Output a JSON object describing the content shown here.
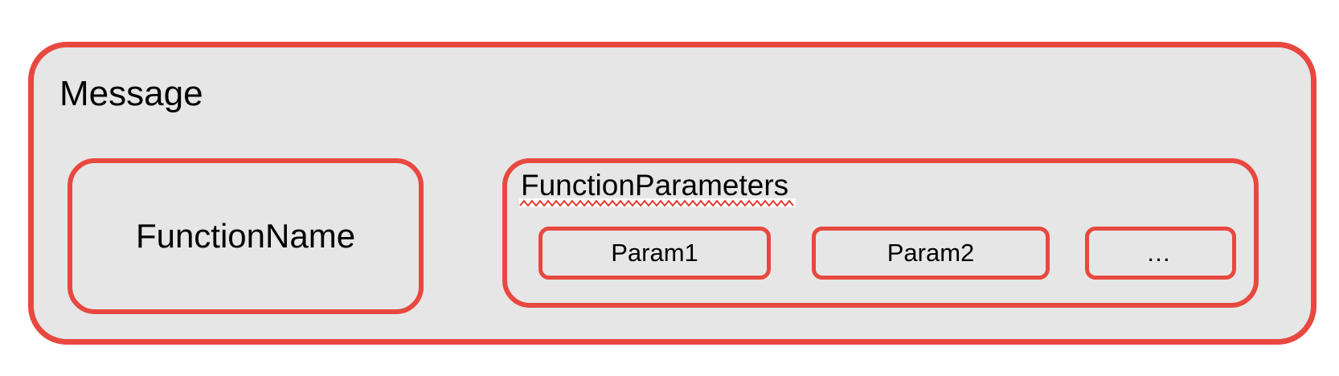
{
  "diagram": {
    "message": {
      "label": "Message"
    },
    "function_name": {
      "label": "FunctionName"
    },
    "function_parameters": {
      "label": "FunctionParameters",
      "params": [
        {
          "label": "Param1"
        },
        {
          "label": "Param2"
        },
        {
          "label": "…"
        }
      ]
    }
  },
  "colors": {
    "border_red": "#e8483f",
    "squiggle_red": "#e13b30",
    "box_fill_gray": "#e6e6e6",
    "text_black": "#000000",
    "page_background": "#ffffff"
  }
}
